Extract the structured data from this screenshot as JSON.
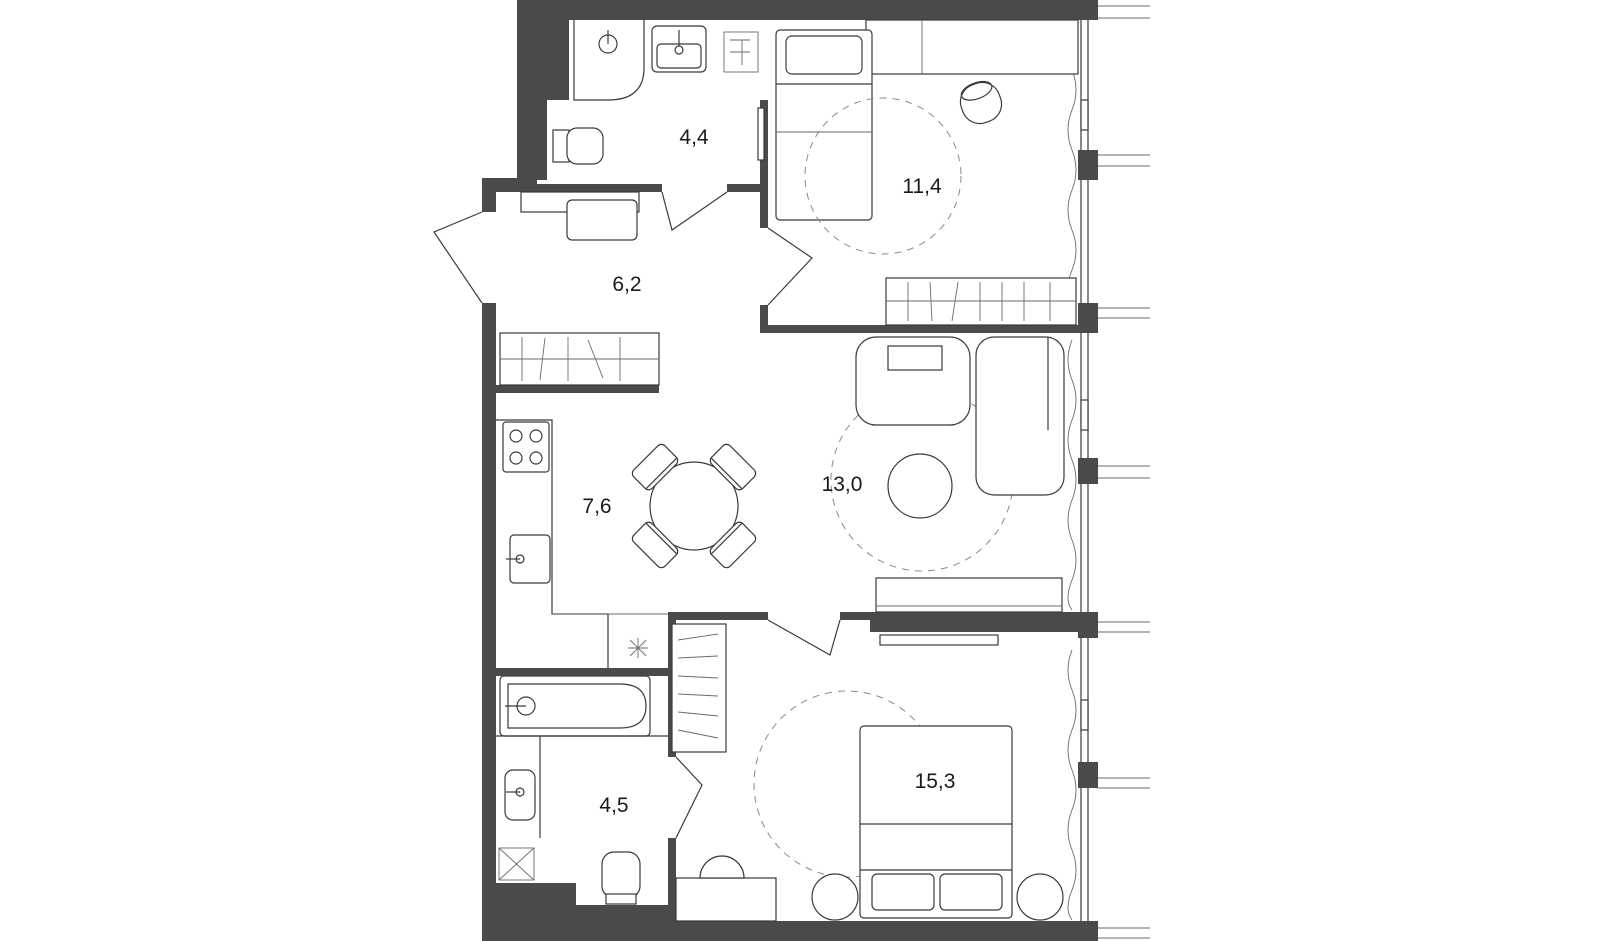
{
  "plan": {
    "rooms": [
      {
        "id": "bathroom-top",
        "area": "4,4"
      },
      {
        "id": "bedroom-small",
        "area": "11,4"
      },
      {
        "id": "hallway",
        "area": "6,2"
      },
      {
        "id": "kitchen",
        "area": "7,6"
      },
      {
        "id": "living-room",
        "area": "13,0"
      },
      {
        "id": "bathroom-bottom",
        "area": "4,5"
      },
      {
        "id": "bedroom-large",
        "area": "15,3"
      }
    ]
  }
}
